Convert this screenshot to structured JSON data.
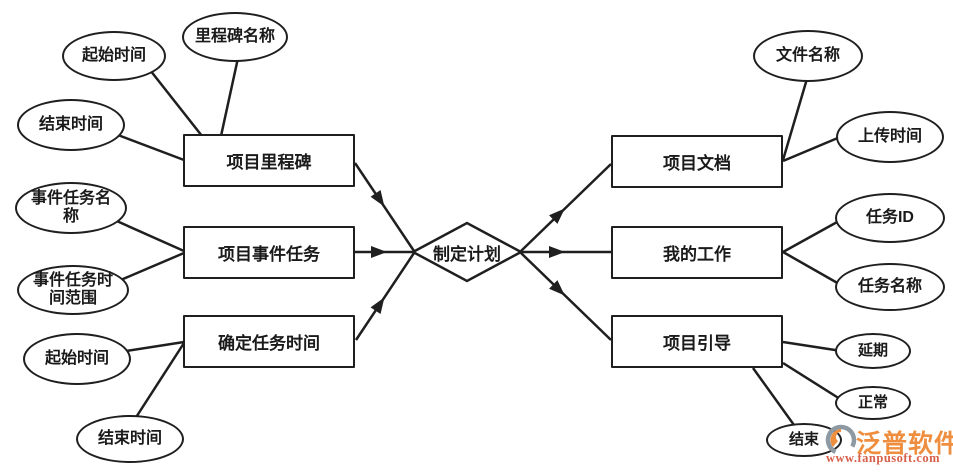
{
  "diagram": {
    "relationship": "制定计划",
    "entities": {
      "milestone": "项目里程碑",
      "event_task": "项目事件任务",
      "task_time": "确定任务时间",
      "project_doc": "项目文档",
      "my_work": "我的工作",
      "project_guide": "项目引导"
    },
    "attributes": {
      "milestone_start_time": "起始时间",
      "milestone_name": "里程碑名称",
      "milestone_end_time": "结束时间",
      "event_task_name": "事件任务名称",
      "event_task_time_range": "事件任务时间范围",
      "task_start_time": "起始时间",
      "task_end_time": "结束时间",
      "file_name": "文件名称",
      "upload_time": "上传时间",
      "task_id": "任务ID",
      "task_name": "任务名称",
      "status_delayed": "延期",
      "status_normal": "正常",
      "status_finished": "结束"
    },
    "colors": {
      "stroke": "#1f1f1f",
      "brand_orange": "#ee8e3e",
      "url_red": "#d8604a",
      "logo_gray": "#8d99a3"
    }
  },
  "watermark": {
    "brand": "泛普软件",
    "url": "www.fanpusoft.com"
  }
}
